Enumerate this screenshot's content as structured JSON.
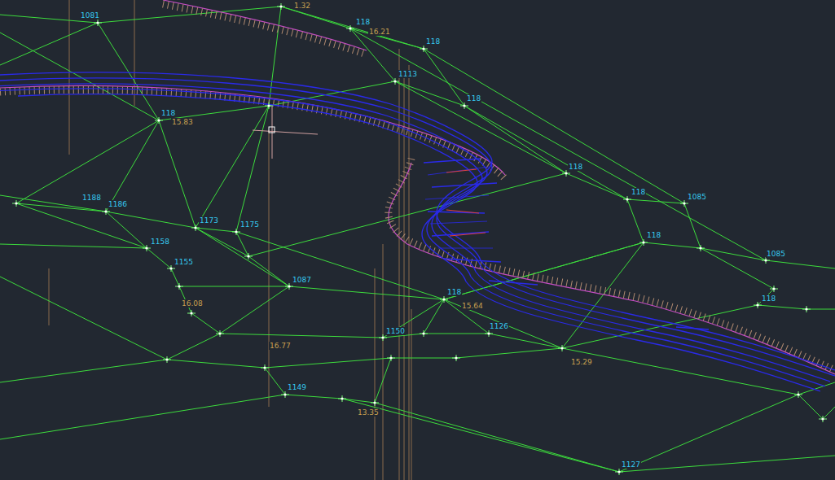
{
  "diagram": {
    "labels": [
      "1081",
      "118",
      "1.32",
      "118",
      "16.21",
      "1113",
      "118",
      "15.83",
      "118",
      "1188",
      "1186",
      "1173",
      "1175",
      "1158",
      "1155",
      "1087",
      "16.08",
      "118",
      "15.64",
      "1150",
      "1126",
      "118",
      "16.77",
      "1149",
      "13.35",
      "118",
      "1085",
      "118",
      "1085",
      "15.29",
      "118",
      "1127"
    ]
  }
}
